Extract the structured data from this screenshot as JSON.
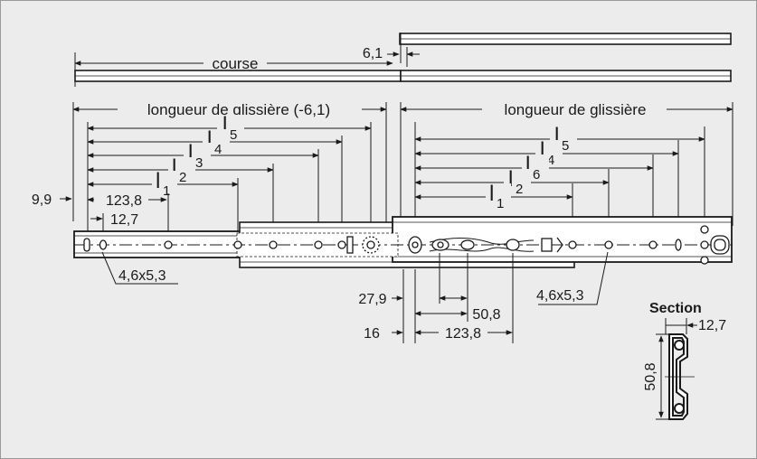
{
  "labels": {
    "course": "course",
    "offset_top": "6,1",
    "slide_len_left": "longueur de glissière (-6,1)",
    "slide_len_right": "longueur de glissière",
    "dim_9_9": "9,9",
    "dim_123_8_left": "123,8",
    "dim_12_7_left": "12,7",
    "hole_left": "4,6x5,3",
    "hole_right": "4,6x5,3",
    "dim_27_9": "27,9",
    "dim_16": "16",
    "dim_123_8_right": "123,8",
    "dim_50_8": "50,8",
    "section_title": "Section",
    "section_width": "12,7",
    "section_height": "50,8"
  },
  "left_dims": [
    {
      "letter": "l",
      "sub": "5"
    },
    {
      "letter": "l",
      "sub": "4"
    },
    {
      "letter": "l",
      "sub": "3"
    },
    {
      "letter": "l",
      "sub": "2"
    },
    {
      "letter": "l",
      "sub": "1"
    }
  ],
  "right_dims": [
    {
      "letter": "l",
      "sub": "5"
    },
    {
      "letter": "l",
      "sub": "4"
    },
    {
      "letter": "l",
      "sub": "6"
    },
    {
      "letter": "l",
      "sub": "2"
    },
    {
      "letter": "l",
      "sub": "1"
    }
  ],
  "colors": {
    "background": "#ececec",
    "line": "#1a1a1a",
    "metal": "#ffffff"
  }
}
